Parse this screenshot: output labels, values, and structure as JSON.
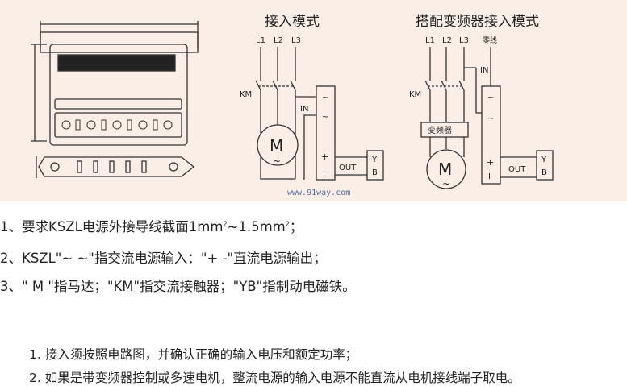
{
  "diagram": {
    "mode1_title": "接入模式",
    "mode2_title": "搭配变频器接入模式",
    "phases": [
      "L1",
      "L2",
      "L3"
    ],
    "neutral": "零线",
    "contactor": "KM",
    "input": "IN",
    "output": "OUT",
    "motor": "M",
    "ac_symbol": "~",
    "plus": "+",
    "minus": "I",
    "brake_y": "Y",
    "brake_b": "B",
    "inverter": "变频器",
    "watermark": "www.91way.com"
  },
  "notes_top": {
    "line1_a": "1、要求KSZL电源外接导线截面1mm",
    "line1_b": "~1.5mm",
    "line1_c": "；",
    "sup": "2",
    "line2": "2、KSZL\"~ ~\"指交流电源输入：\"+ -\"直流电源输出；",
    "line3": "3、\" M \"指马达；\"KM\"指交流接触器；\"YB\"指制动电磁铁。"
  },
  "notes_bottom": [
    "1. 接入须按照电路图，并确认正确的输入电压和额定功率；",
    "2. 如果是带变频器控制或多速电机，整流电源的输入电源不能直流从电机接线端子取电。"
  ]
}
